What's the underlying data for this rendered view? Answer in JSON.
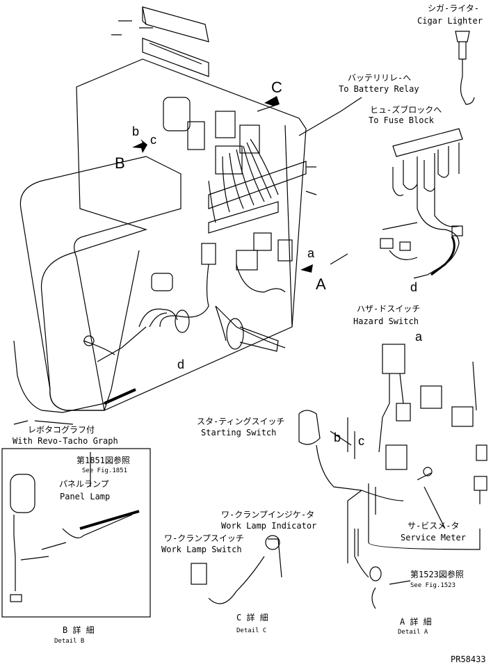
{
  "labels": {
    "cigar_jp": "シガ-ライタ-",
    "cigar_en": "Cigar Lighter",
    "battery_jp": "バッテリリレ-へ",
    "battery_en": "To Battery Relay",
    "fuse_jp": "ヒュ-ズブロックへ",
    "fuse_en": "To Fuse Block",
    "hazard_jp": "ハザ-ドスイッチ",
    "hazard_en": "Hazard Switch",
    "revo_jp": "レボタコグラフ付",
    "revo_en": "With Revo-Tacho Graph",
    "starting_jp": "スタ-ティングスイッチ",
    "starting_en": "Starting Switch",
    "fig1851_jp": "第1851図参照",
    "fig1851_en": "See Fig.1851",
    "panel_jp": "パネルランプ",
    "panel_en": "Panel Lamp",
    "wl_ind_jp": "ワ-クランプインジケ-タ",
    "wl_ind_en": "Work Lamp Indicator",
    "wl_sw_jp": "ワ-クランプスイッチ",
    "wl_sw_en": "Work Lamp Switch",
    "service_jp": "サ-ビスメ-タ",
    "service_en": "Service Meter",
    "fig1523_jp": "第1523図参照",
    "fig1523_en": "See Fig.1523",
    "detail_b_jp": "B 詳 細",
    "detail_b_en": "Detail B",
    "detail_c_jp": "C 詳 細",
    "detail_c_en": "Detail C",
    "detail_a_jp": "A 詳 細",
    "detail_a_en": "Detail A",
    "part_no": "PR58433"
  },
  "callouts": {
    "A": "A",
    "B": "B",
    "C": "C",
    "a": "a",
    "b": "b",
    "c": "c",
    "d": "d",
    "d2": "d",
    "a2": "a",
    "b2": "b",
    "c2": "c"
  }
}
